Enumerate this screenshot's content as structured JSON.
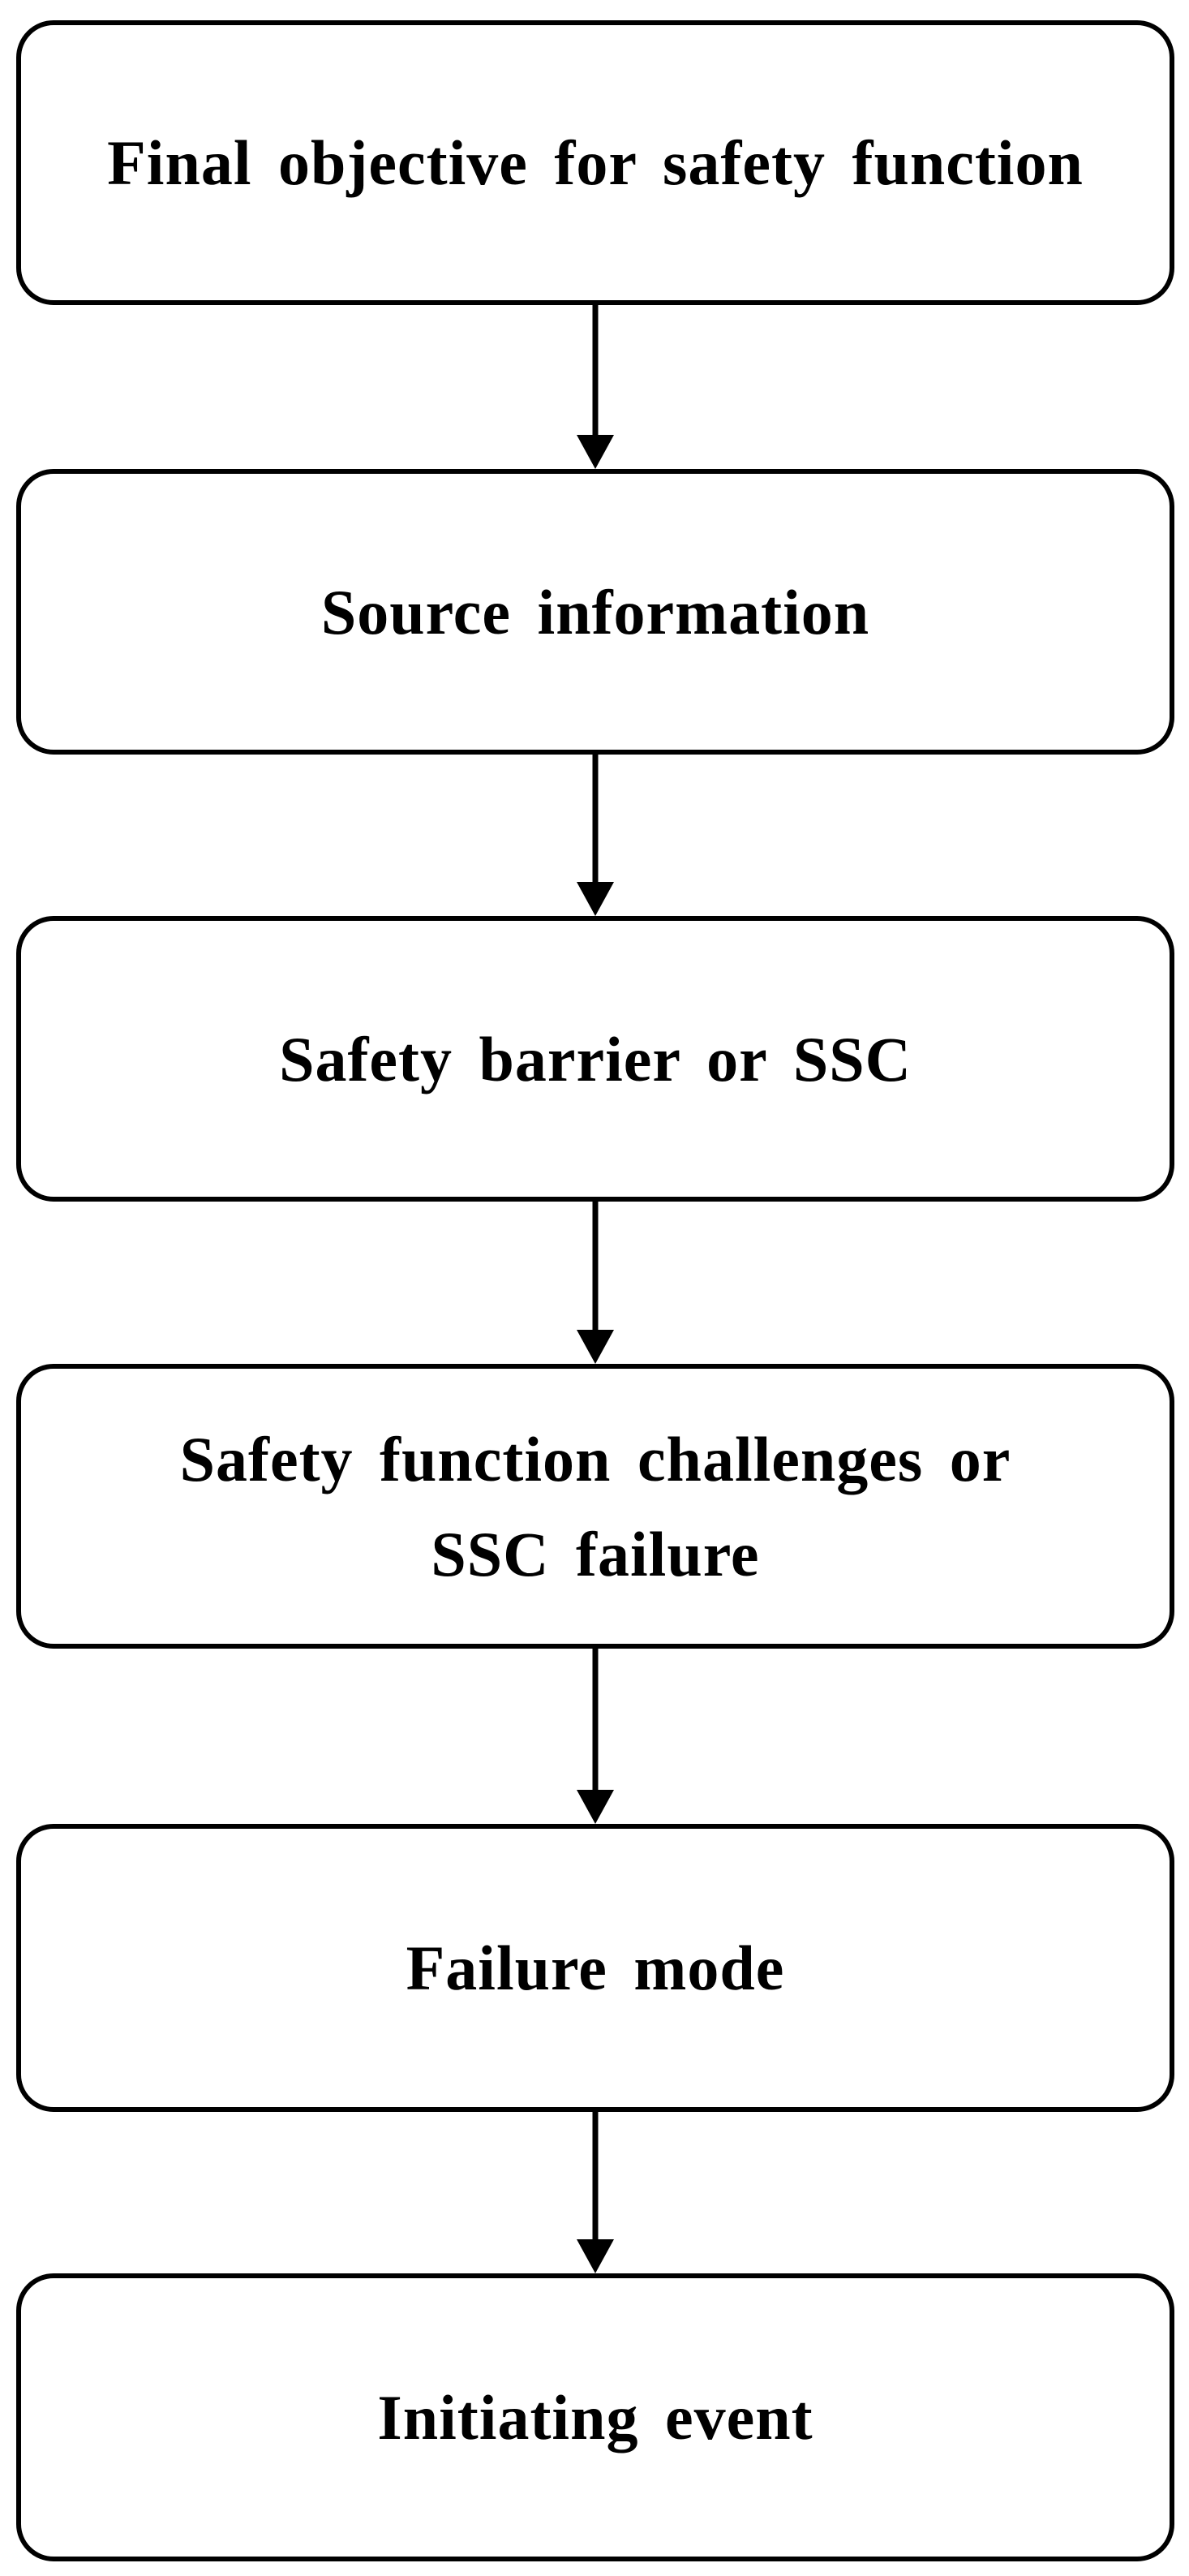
{
  "diagram": {
    "type": "flowchart",
    "direction": "top-down",
    "colors": {
      "background": "#ffffff",
      "box_fill": "#ffffff",
      "box_border": "#000000",
      "text": "#000000",
      "arrow": "#000000"
    },
    "nodes": [
      {
        "id": "final-objective",
        "label": "Final objective for safety function"
      },
      {
        "id": "source-information",
        "label": "Source information"
      },
      {
        "id": "safety-barrier",
        "label": "Safety barrier or SSC"
      },
      {
        "id": "safety-function-challenges",
        "label": "Safety function challenges or\nSSC failure"
      },
      {
        "id": "failure-mode",
        "label": "Failure mode"
      },
      {
        "id": "initiating-event",
        "label": "Initiating event"
      }
    ],
    "edges": [
      {
        "from": "final-objective",
        "to": "source-information"
      },
      {
        "from": "source-information",
        "to": "safety-barrier"
      },
      {
        "from": "safety-barrier",
        "to": "safety-function-challenges"
      },
      {
        "from": "safety-function-challenges",
        "to": "failure-mode"
      },
      {
        "from": "failure-mode",
        "to": "initiating-event"
      }
    ]
  }
}
